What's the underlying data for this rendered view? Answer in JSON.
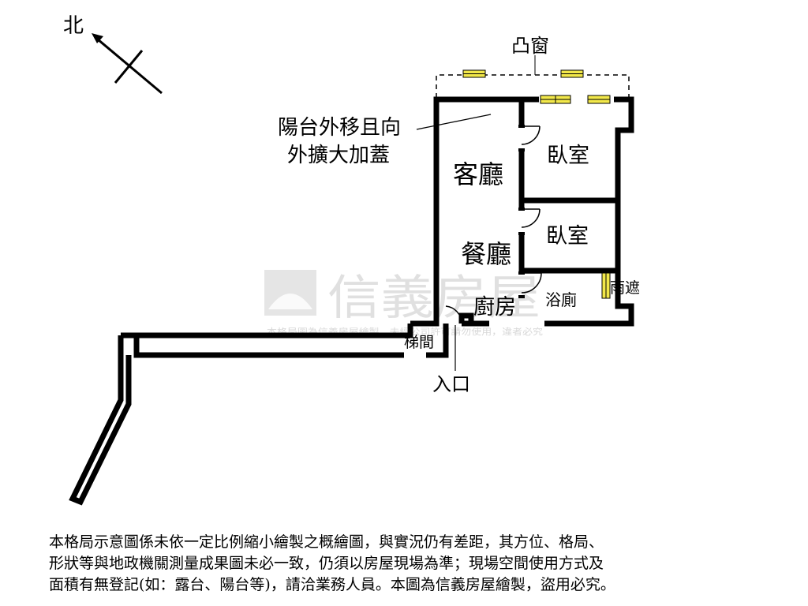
{
  "compass": {
    "label": "北"
  },
  "rooms": {
    "bay_window": "凸窗",
    "living_room": "客廳",
    "dining_room": "餐廳",
    "bedroom_1": "臥室",
    "bedroom_2": "臥室",
    "kitchen": "廚房",
    "bathroom": "浴廁",
    "rain_shelter": "雨遮",
    "stairwell": "梯間",
    "entrance": "入口"
  },
  "annotation": {
    "line1": "陽台外移且向",
    "line2": "外擴大加蓋"
  },
  "watermark": {
    "brand": "信義房屋",
    "notice": "本格局圖為信義房屋繪製，未經公司許可請勿使用，違者必究"
  },
  "disclaimer": {
    "line1": "本格局示意圖係未依一定比例縮小繪製之概繪圖，與實況仍有差距，其方位、格局、",
    "line2": "形狀等與地政機關測量成果圖未必一致，仍須以房屋現場為準；現場空間使用方式及",
    "line3": "面積有無登記(如：露台、陽台等)，請洽業務人員。本圖為信義房屋繪製，盜用必究。"
  },
  "colors": {
    "wall": "#000000",
    "window": "#f2e84a",
    "watermark": "#c8c8c8"
  }
}
